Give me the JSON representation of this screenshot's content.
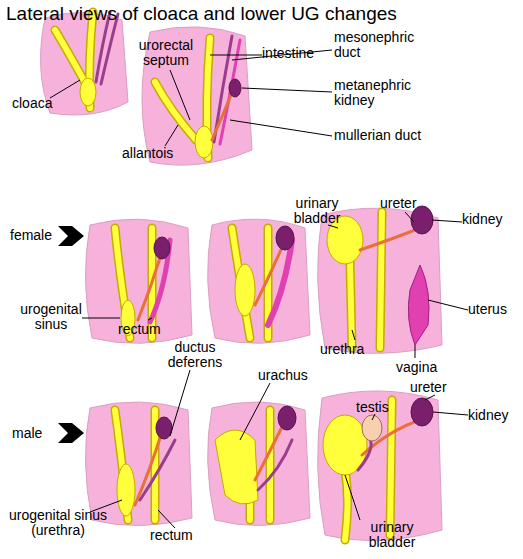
{
  "diagram": {
    "title": "Lateral views of cloaca and lower UG changes",
    "labels": [
      "urorectal septum",
      "intestine",
      "mesonephric duct",
      "metanephric kidney",
      "cloaca",
      "mullerian duct",
      "allantois",
      "urinary bladder",
      "ureter",
      "kidney",
      "female",
      "uterus",
      "urogenital sinus",
      "rectum",
      "urethra",
      "vagina",
      "ductus deferens",
      "urachus",
      "testis",
      "ureter",
      "kidney",
      "male",
      "urogenital sinus (urethra)",
      "rectum",
      "urinary bladder"
    ]
  }
}
